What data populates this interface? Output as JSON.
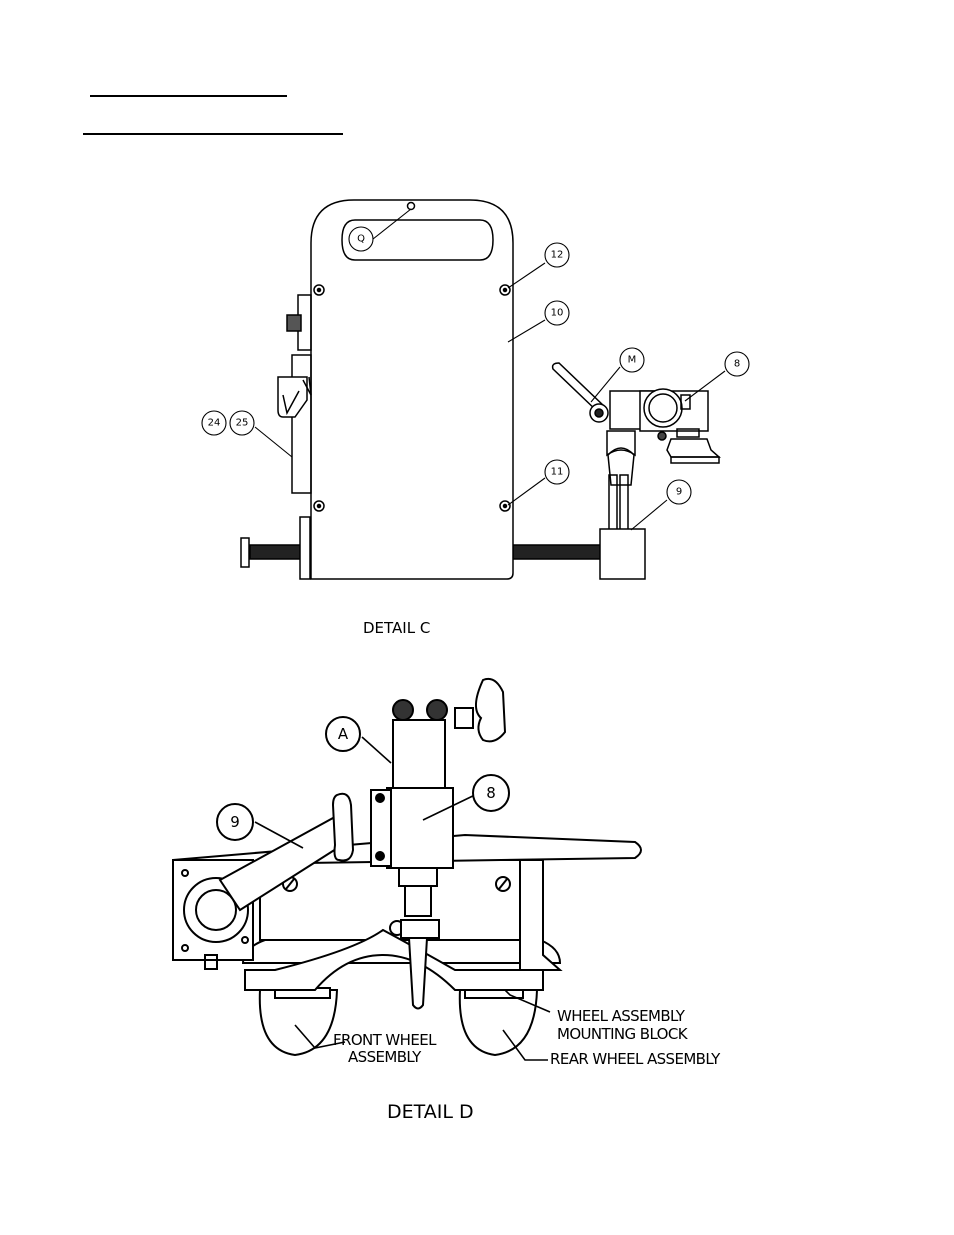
{
  "detail_c": {
    "caption": "DETAIL C",
    "callouts": {
      "q": "Q",
      "c12": "12",
      "c10": "10",
      "m": "M",
      "c8": "8",
      "c24": "24",
      "c25": "25",
      "c11": "11",
      "c9": "9"
    }
  },
  "detail_d": {
    "caption": "DETAIL D",
    "callouts": {
      "a": "A",
      "c8": "8",
      "c9": "9"
    },
    "labels": {
      "wheel_block_1": "WHEEL ASSEMBLY",
      "wheel_block_2": "MOUNTING BLOCK",
      "front_wheel_1": "FRONT WHEEL",
      "front_wheel_2": "ASSEMBLY",
      "rear_wheel": "REAR WHEEL ASSEMBLY"
    }
  }
}
